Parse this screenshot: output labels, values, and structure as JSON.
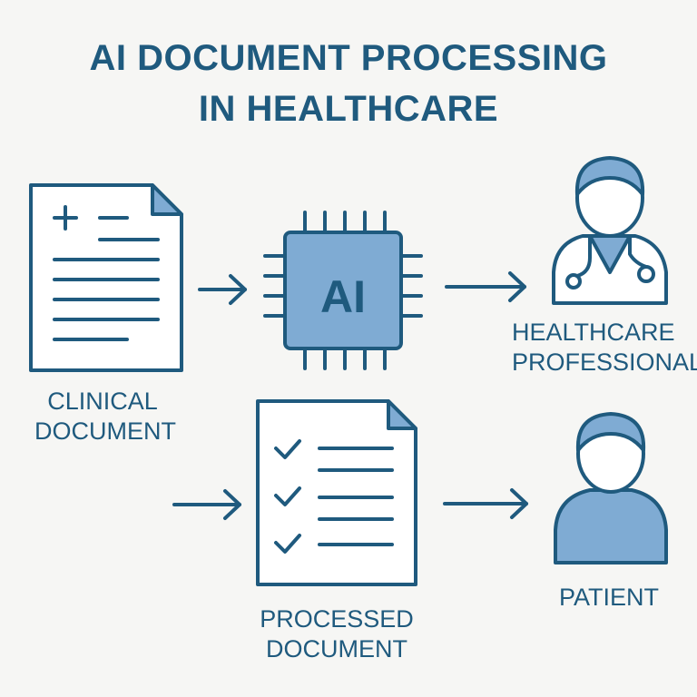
{
  "title": {
    "line1": "AI DOCUMENT PROCESSING",
    "line2": "IN HEALTHCARE"
  },
  "nodes": {
    "clinical_document": {
      "line1": "CLINICAL",
      "line2": "DOCUMENT",
      "icon": "document-plus-icon"
    },
    "ai_processor": {
      "text": "AI",
      "icon": "chip-icon"
    },
    "healthcare_professional": {
      "line1": "HEALTHCARE",
      "line2": "PROFESSIONAL",
      "icon": "doctor-icon"
    },
    "processed_document": {
      "line1": "PROCESSED",
      "line2": "DOCUMENT",
      "icon": "checklist-document-icon"
    },
    "patient": {
      "label": "PATIENT",
      "icon": "patient-icon"
    }
  },
  "colors": {
    "primary": "#1f5a7e",
    "accent_fill": "#7fabd3",
    "light_fill": "#c7dcee",
    "background": "#f6f6f4"
  }
}
